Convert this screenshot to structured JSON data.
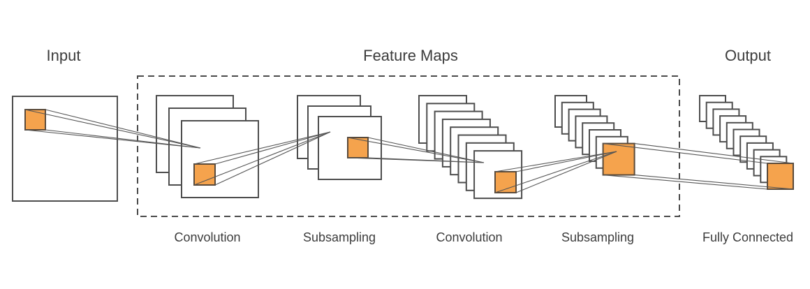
{
  "title": "CNN architecture",
  "colors": {
    "kernel_fill": "#F5A34D",
    "map_stroke": "#4d4d4d",
    "connector": "#555555",
    "text": "#3c3c3c"
  },
  "group_labels": {
    "input": "Input",
    "feature_maps": "Feature Maps",
    "output": "Output"
  },
  "stages": [
    {
      "id": "input",
      "label": "",
      "map_count": 1
    },
    {
      "id": "conv1",
      "label": "Convolution",
      "map_count": 3
    },
    {
      "id": "sub1",
      "label": "Subsampling",
      "map_count": 3
    },
    {
      "id": "conv2",
      "label": "Convolution",
      "map_count": 8
    },
    {
      "id": "sub2",
      "label": "Subsampling",
      "map_count": 8
    },
    {
      "id": "fc",
      "label": "Fully Connected",
      "map_count": 11
    }
  ]
}
